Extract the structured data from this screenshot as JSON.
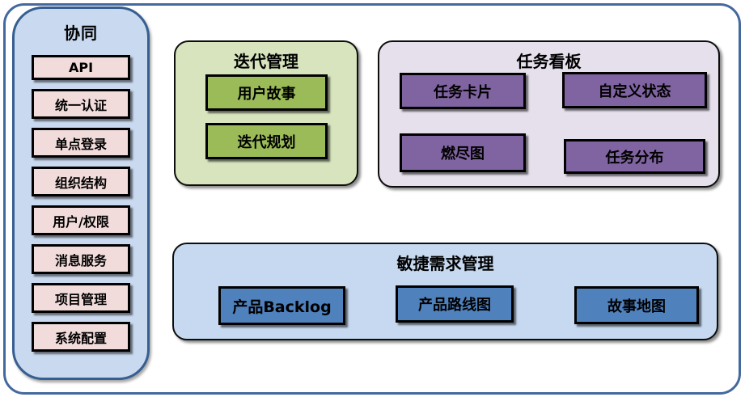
{
  "sidebar": {
    "title": "协同",
    "items": [
      "API",
      "统一认证",
      "单点登录",
      "组织结构",
      "用户/权限",
      "消息服务",
      "项目管理",
      "系统配置"
    ]
  },
  "panels": [
    {
      "title": "迭代管理",
      "items": [
        "用户故事",
        "迭代规划"
      ]
    },
    {
      "title": "任务看板",
      "items": [
        "任务卡片",
        "自定义状态",
        "燃尽图",
        "任务分布"
      ]
    },
    {
      "title": "敏捷需求管理",
      "items": [
        "产品Backlog",
        "产品路线图",
        "故事地图"
      ]
    }
  ],
  "colors": {
    "outer_border": "#44699e",
    "sidebar_fill": "#c9d9ef",
    "sidebar_border": "#365f91",
    "sidebar_item_fill": "#f2dcdb",
    "iteration_panel_fill": "#d7e4bd",
    "iteration_item_fill": "#9bbb59",
    "taskboard_panel_fill": "#e6e0ec",
    "taskboard_item_fill": "#8064a2",
    "requirements_panel_fill": "#c6d9f0",
    "requirements_item_fill": "#4f81bd",
    "box_border": "#000000",
    "text": "#000000"
  }
}
